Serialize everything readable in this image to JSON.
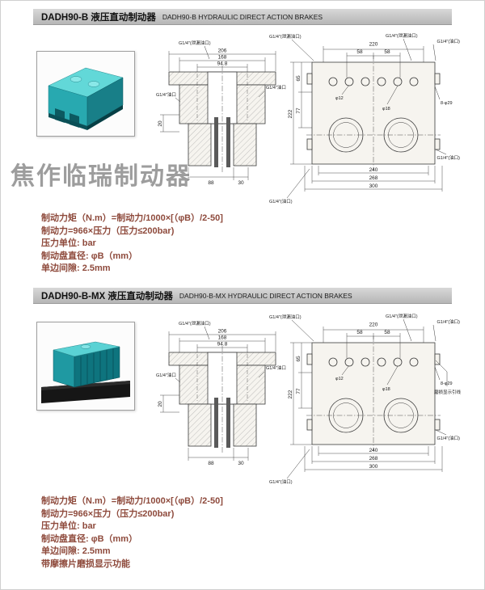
{
  "watermark": "焦作临瑞制动器",
  "colors": {
    "header_bar": "#c3c3c3",
    "spec_text": "#8e4a3c",
    "product_teal": "#2aa9b0",
    "drawing_line": "#3a3a3a"
  },
  "section1": {
    "title_cn": "DADH90-B 液压直动制动器",
    "title_en": "DADH90-B HYDRAULIC DIRECT ACTION BRAKES",
    "specs": [
      "制动力矩（N.m）=制动力/1000×[（φB）/2-50]",
      "制动力=966×压力（压力≤200bar)",
      "压力单位: bar",
      "制动盘直径: φB（mm）",
      "单边间隙: 2.5mm"
    ]
  },
  "section2": {
    "title_cn": "DADH90-B-MX 液压直动制动器",
    "title_en": "DADH90-B-MX HYDRAULIC DIRECT ACTION BRAKES",
    "specs": [
      "制动力矩（N.m）=制动力/1000×[（φB）/2-50]",
      "制动力=966×压力（压力≤200bar)",
      "压力单位: bar",
      "制动盘直径: φB（mm）",
      "单边间隙: 2.5mm",
      "带摩擦片磨损显示功能"
    ],
    "wear_label": "磨损显示引线"
  },
  "front_view": {
    "label_leak": "G1/4″(泄漏油口)",
    "label_port": "G1/4″油口",
    "dim_206": "206",
    "dim_168": "168",
    "dim_94_8": "94.8",
    "dim_88": "88",
    "dim_30": "30",
    "dim_20": "20"
  },
  "side_view": {
    "label_leak": "G1/4″(泄漏油口)",
    "label_port": "G1/4″(油口)",
    "label_port_right": "G1/4″(油口)",
    "label_port_bottom": "G1/4″(油口)",
    "label_holes": "8-φ29",
    "label_d12": "φ12",
    "label_d18": "φ18",
    "dim_220": "220",
    "dim_58a": "58",
    "dim_58b": "58",
    "dim_65": "65",
    "dim_77": "77",
    "dim_222": "222",
    "dim_240": "240",
    "dim_268": "268",
    "dim_300": "300"
  }
}
